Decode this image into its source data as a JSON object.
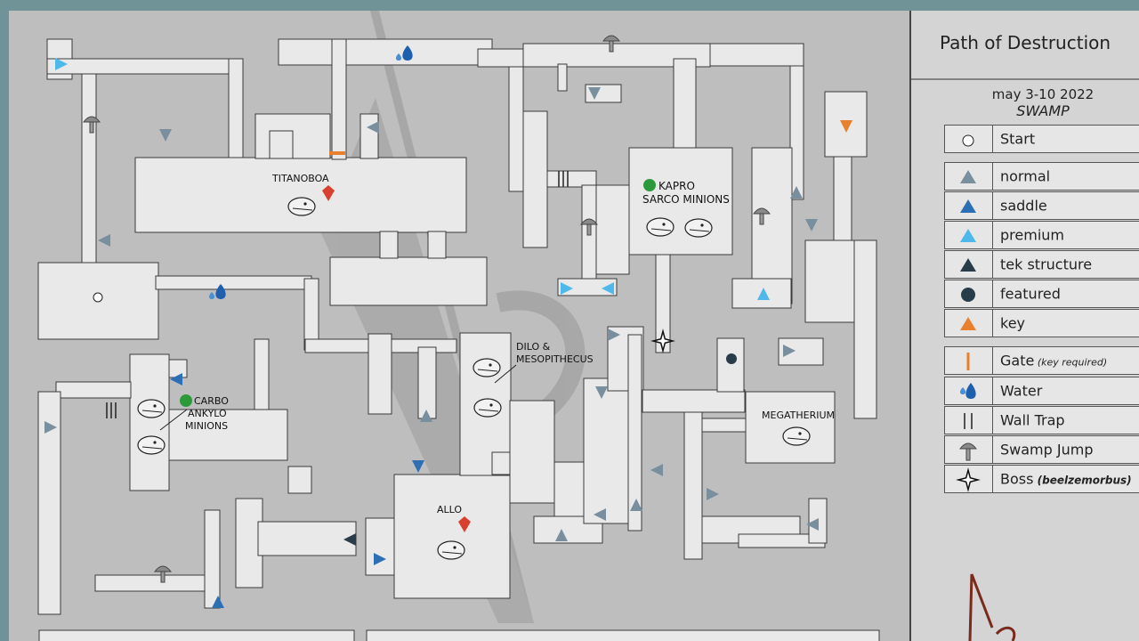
{
  "panel": {
    "title": "Path of Destruction",
    "date": "may 3-10 2022",
    "biome": "SWAMP"
  },
  "legend": [
    {
      "icon": "start-dot-icon",
      "label": "Start"
    },
    {
      "icon": "normal-triangle-icon",
      "label": "normal",
      "color": "#7a8f9e"
    },
    {
      "icon": "saddle-triangle-icon",
      "label": "saddle",
      "color": "#2c6fb5"
    },
    {
      "icon": "premium-triangle-icon",
      "label": "premium",
      "color": "#4fb8ea"
    },
    {
      "icon": "tek-structure-triangle-icon",
      "label": "tek structure",
      "color": "#283c4a"
    },
    {
      "icon": "featured-circle-icon",
      "label": "featured",
      "color": "#283c4a"
    },
    {
      "icon": "key-triangle-icon",
      "label": "key",
      "color": "#e8802e"
    },
    {
      "icon": "gate-icon",
      "label": "Gate",
      "note": "(key required)",
      "color": "#e8802e"
    },
    {
      "icon": "water-drop-icon",
      "label": "Water"
    },
    {
      "icon": "wall-trap-icon",
      "label": "Wall Trap"
    },
    {
      "icon": "mushroom-icon",
      "label": "Swamp Jump"
    },
    {
      "icon": "boss-star-icon",
      "label": "Boss",
      "note": "(beelzemorbus)"
    }
  ],
  "labels": {
    "titanoboa": "TITANOBOA",
    "kapro_line1": "KAPRO",
    "kapro_line2": "SARCO MINIONS",
    "dilo_line1": "DILO &",
    "dilo_line2": "MESOPITHECUS",
    "carbo_line1": "CARBO",
    "carbo_line2": "ANKYLO",
    "carbo_line3": "MINIONS",
    "megatherium": "MEGATHERIUM",
    "allo": "ALLO"
  },
  "colors": {
    "background": "#6f9396",
    "map_floor": "#bebebe",
    "corridor": "#e9e9e9",
    "wall_stroke": "#3a3a3a"
  }
}
